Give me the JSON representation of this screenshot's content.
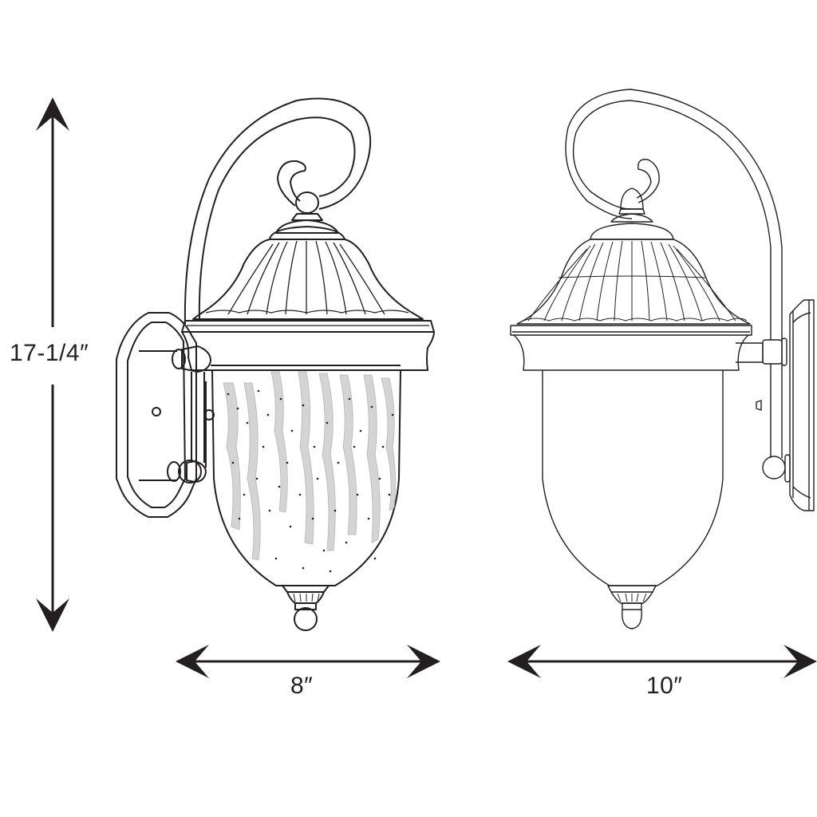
{
  "diagram": {
    "type": "product-dimension-drawing",
    "subject": "outdoor wall lantern",
    "views": [
      {
        "name": "front-view",
        "glass": "water-textured seeded glass"
      },
      {
        "name": "side-view",
        "glass": "plain"
      }
    ],
    "dimensions": {
      "height": "17-1/4″",
      "front_width": "8″",
      "side_extension": "10″"
    },
    "colors": {
      "line": "#231f20",
      "glass_texture": "#c8c8c8",
      "background": "#ffffff"
    }
  }
}
